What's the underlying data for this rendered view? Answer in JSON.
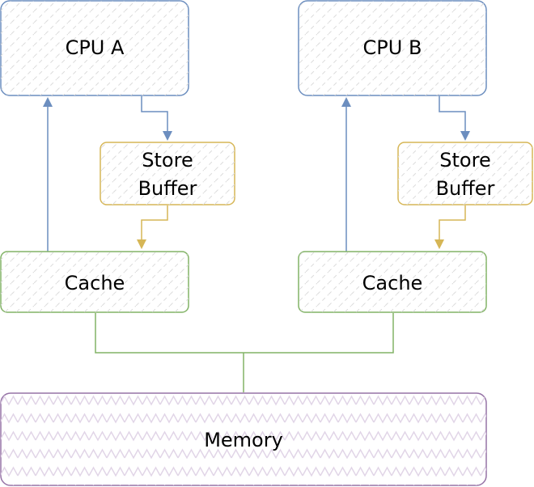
{
  "diagram": {
    "cpu_a": {
      "label": "CPU A"
    },
    "cpu_b": {
      "label": "CPU B"
    },
    "store_buffer_a": {
      "line1": "Store",
      "line2": "Buffer"
    },
    "store_buffer_b": {
      "line1": "Store",
      "line2": "Buffer"
    },
    "cache_a": {
      "label": "Cache"
    },
    "cache_b": {
      "label": "Cache"
    },
    "memory": {
      "label": "Memory"
    }
  },
  "colors": {
    "cpu_stroke": "#6c8ebf",
    "store_buffer_stroke": "#d6b656",
    "cache_stroke": "#82b366",
    "memory_stroke": "#9673a6",
    "hatch": "#dddddd",
    "memory_pattern": "#e1d5e7"
  }
}
